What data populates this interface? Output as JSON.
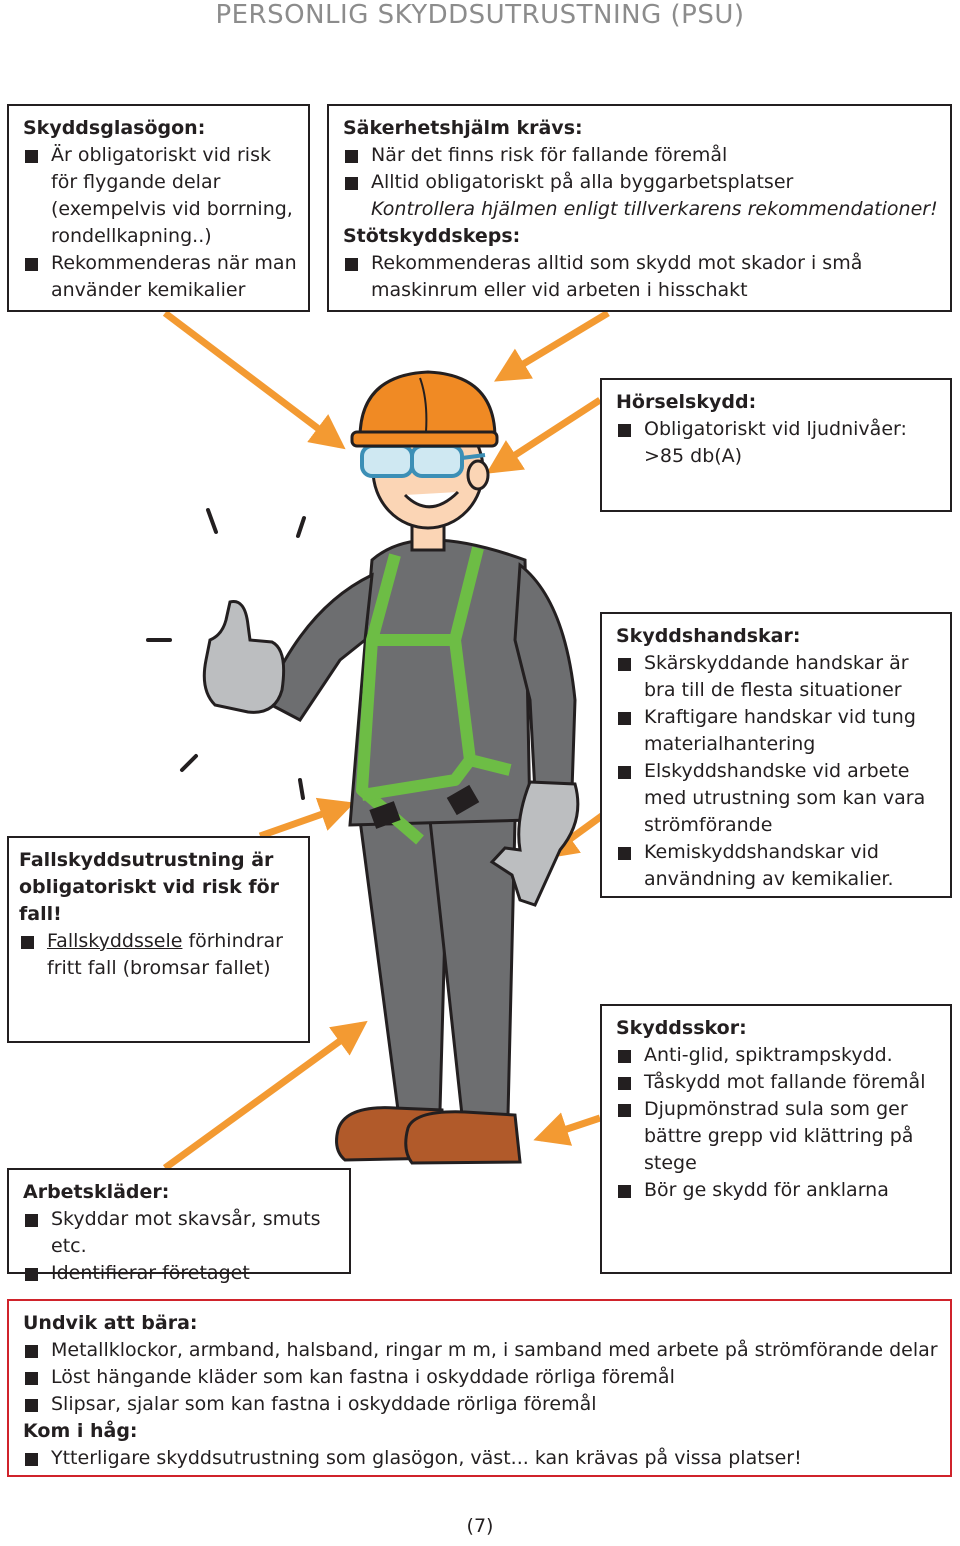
{
  "title": "PERSONLIG SKYDDSUTRUSTNING (PSU)",
  "glasses": {
    "heading": "Skyddsglasögon:",
    "item1": "Är obligatoriskt vid risk för flygande delar (exempelvis vid borrning, rondellkapning..)",
    "item2": "Rekommenderas när man använder kemikalier"
  },
  "helmet": {
    "heading": "Säkerhetshjälm krävs:",
    "item1": "När det finns risk för fallande föremål",
    "item2": "Alltid obligatoriskt på alla byggarbetsplatser",
    "note": "Kontrollera hjälmen enligt tillverkarens rekommendationer!",
    "heading2": "Stötskyddskeps:",
    "item3": "Rekommenderas alltid som skydd mot skador i små maskinrum eller vid arbeten i hisschakt"
  },
  "hearing": {
    "heading": "Hörselskydd:",
    "item1": "Obligatoriskt vid ljudnivåer: >85 db(A)"
  },
  "gloves": {
    "heading": "Skyddshandskar:",
    "item1": "Skärskyddande handskar är bra till de flesta situationer",
    "item2": "Kraftigare handskar vid tung materialhantering",
    "item3": "Elskyddshandske vid arbete med utrustning som kan vara strömförande",
    "item4": "Kemiskyddshandskar vid användning av kemikalier."
  },
  "fall": {
    "heading": "Fallskyddsutrustning är obligatoriskt vid risk för fall!",
    "item1_link": "Fallskyddssele",
    "item1_rest": " förhindrar fritt fall (bromsar fallet)"
  },
  "shoes": {
    "heading": "Skyddsskor:",
    "item1": "Anti-glid, spiktrampskydd.",
    "item2": "Tåskydd mot fallande föremål",
    "item3": "Djupmönstrad sula som ger bättre grepp vid klättring på stege",
    "item4": "Bör ge skydd för anklarna"
  },
  "clothes": {
    "heading": "Arbetskläder:",
    "item1": "Skyddar mot skavsår, smuts etc.",
    "item2": "Identifierar företaget"
  },
  "avoid": {
    "heading": "Undvik att bära:",
    "item1": "Metallklockor, armband, halsband, ringar m m, i samband med arbete på strömförande delar",
    "item2": "Löst hängande kläder som kan fastna i oskyddade rörliga föremål",
    "item3": "Slipsar, sjalar som kan fastna i oskyddade rörliga föremål",
    "heading2": "Kom i håg:",
    "item4": "Ytterligare skyddsutrustning som glasögon, väst... kan krävas på vissa platser!"
  },
  "page_number": "(7)",
  "colors": {
    "arrow": "#f39a32",
    "helmet": "#f08a24",
    "harness": "#6dbd45",
    "overall": "#6d6e70",
    "alert_border": "#d0232b"
  }
}
